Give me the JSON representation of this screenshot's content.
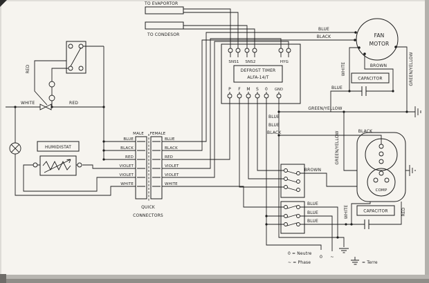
{
  "page": {
    "bg": "#f6f4ef",
    "ink": "#1c1c1c"
  },
  "top_connectors": {
    "evaporator": "TO EVAPORTOR",
    "condensor": "TO CONDESOR"
  },
  "timer": {
    "line1": "DEFROST TIMER",
    "line2": "ALFA-14/T",
    "sns1": "SNS1",
    "sns2": "SNS2",
    "hyg": "HYG",
    "p": "P",
    "f": "F",
    "m": "M",
    "s": "S",
    "zero": "0",
    "gnd": "GND"
  },
  "fan": {
    "line1": "FAN",
    "line2": "MOTOR"
  },
  "compressor": {
    "comp": "COMP"
  },
  "capacitors": {
    "fan": "CAPACITOR",
    "compressor": "CAPACITOR"
  },
  "humidistat": {
    "label": "HUMIDISTAT"
  },
  "connectors": {
    "male": "MALE",
    "female": "FEMALE",
    "quick": "QUICK",
    "connectors": "CONNECTORS",
    "left": [
      "BLUE",
      "BLACK",
      "RED",
      "VIOLET",
      "VIOLET",
      "WHITE"
    ],
    "right": [
      "BLUE",
      "BLACK",
      "RED",
      "VIOLET",
      "VIOLET",
      "WHITE"
    ]
  },
  "legend": {
    "neutre": "0 = Neutre",
    "phase": "~ = Phase",
    "terre": "= Terre",
    "zero": "0",
    "phase_symbol": "~"
  },
  "wire_labels": {
    "fan_blue": "BLUE",
    "fan_black": "BLACK",
    "left_white": "WHITE",
    "left_red": "RED",
    "switch_red": "RED",
    "fan_brown": "BROWN",
    "fan_white": "WHITE",
    "fan_gy": "GREEN/YELLOW",
    "cap_blue": "BLUE",
    "gy_h": "GREEN/YELLOW",
    "mid_blue1": "BLUE",
    "mid_blue2": "BLUE",
    "mid_black": "BLACK",
    "comp_black": "BLACK",
    "comp_gy": "GREEN/YELLOW",
    "brown_block": "BROWN",
    "blue_block1": "BLUE",
    "blue_block2": "BLUE",
    "blue_block3": "BLUE",
    "comp_white": "WHITE",
    "comp_red": "RED"
  }
}
